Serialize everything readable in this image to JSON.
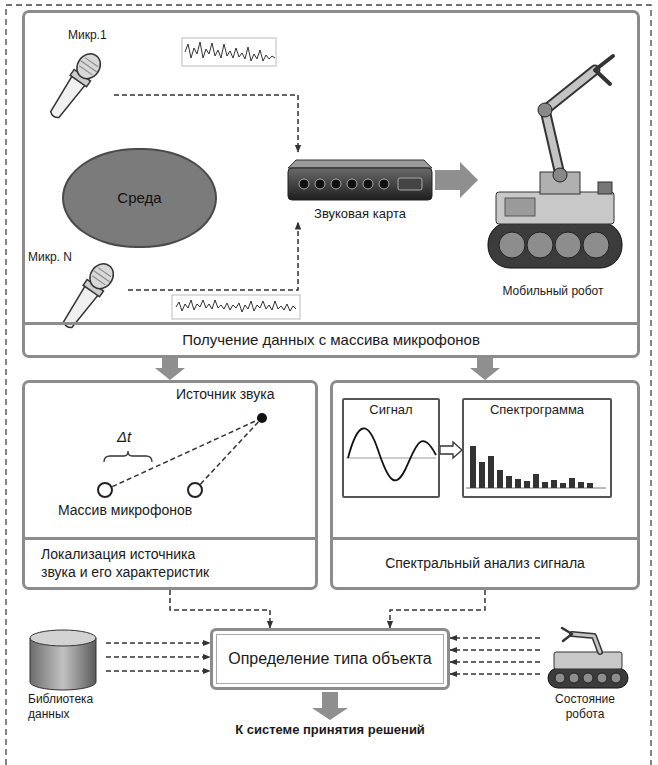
{
  "diagram": {
    "nodes": [
      {
        "text": [
          "Получение данных с массива микрофонов"
        ]
      },
      {
        "text": [
          "Микр.1"
        ],
        "in": 0
      },
      {
        "text": [
          "Среда"
        ],
        "in": 0
      },
      {
        "text": [
          "Микр. N"
        ],
        "in": 0
      },
      {
        "text": [
          "Звуковая карта"
        ],
        "in": 0
      },
      {
        "text": [
          "Мобильный робот"
        ],
        "in": 0
      },
      {
        "text": [
          "Локализация источника звука и его характеристик"
        ]
      },
      {
        "text": [
          "Спектральный анализ сигнала"
        ]
      },
      {
        "text": [
          "Сигнал"
        ],
        "in": 7
      },
      {
        "text": [
          "Спектрограмма"
        ],
        "in": 7
      },
      {
        "text": [
          "Определение типа объекта"
        ]
      },
      {
        "text": [
          "Библиотека данных"
        ]
      },
      {
        "text": [
          "Состояние робота"
        ]
      }
    ],
    "edges": [
      {
        "from": 1,
        "to": 4,
        "arrow": "to"
      },
      {
        "from": 3,
        "to": 4,
        "arrow": "to"
      },
      {
        "from": 4,
        "to": 5,
        "arrow": "to"
      },
      {
        "from": 0,
        "to": 6,
        "arrow": "to"
      },
      {
        "from": 0,
        "to": 7,
        "arrow": "to"
      },
      {
        "from": 8,
        "to": 9,
        "arrow": "to"
      },
      {
        "from": 6,
        "to": 10,
        "arrow": "to"
      },
      {
        "from": 7,
        "to": 10,
        "arrow": "to"
      },
      {
        "from": 11,
        "to": 10,
        "arrow": "to"
      },
      {
        "from": 11,
        "to": 10,
        "arrow": "to"
      },
      {
        "from": 11,
        "to": 10,
        "arrow": "to"
      },
      {
        "from": 12,
        "to": 10,
        "arrow": "to"
      },
      {
        "from": 12,
        "to": 10,
        "arrow": "to"
      },
      {
        "from": 12,
        "to": 10,
        "arrow": "to"
      },
      {
        "from": 12,
        "to": 10,
        "arrow": "to"
      }
    ],
    "labels": [
      "Источник звука",
      "Δt",
      "Массив микрофонов",
      "К системе принятия решений"
    ]
  }
}
